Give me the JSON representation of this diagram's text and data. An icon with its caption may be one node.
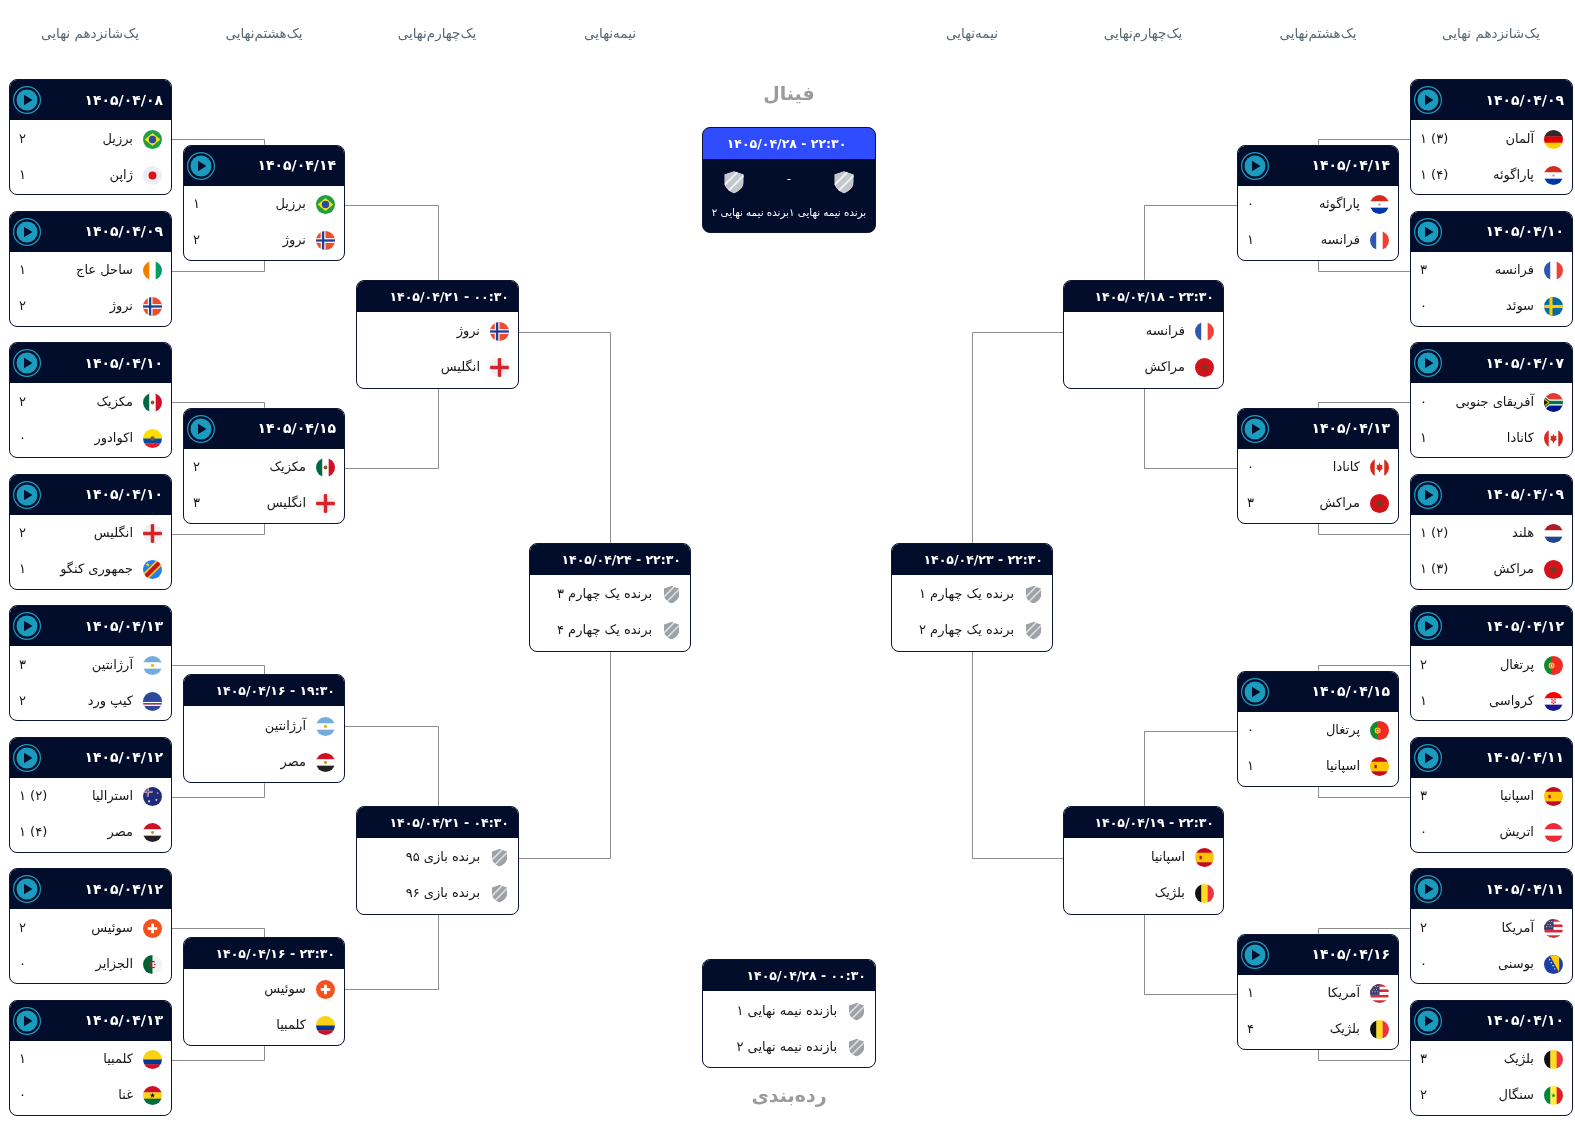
{
  "diagram": {
    "nodes": [
      {
        "text": [
          "۱۴۰۵/۰۴/۰۸",
          "برزیل",
          "۲",
          "ژاپن",
          "۱"
        ]
      },
      {
        "text": [
          "۱۴۰۵/۰۴/۰۹",
          "ساحل عاج",
          "۱",
          "نروژ",
          "۲"
        ]
      },
      {
        "text": [
          "۱۴۰۵/۰۴/۱۰",
          "مکزیک",
          "۲",
          "اکوادور",
          "۰"
        ]
      },
      {
        "text": [
          "۱۴۰۵/۰۴/۱۰",
          "انگلیس",
          "۲",
          "جمهوری کنگو",
          "۱"
        ]
      },
      {
        "text": [
          "۱۴۰۵/۰۴/۱۳",
          "آرژانتین",
          "۳",
          "کیپ ورد",
          "۲"
        ]
      },
      {
        "text": [
          "۱۴۰۵/۰۴/۱۲",
          "استرالیا",
          "۱ (۲)",
          "مصر",
          "۱ (۴)"
        ]
      },
      {
        "text": [
          "۱۴۰۵/۰۴/۱۲",
          "سوئیس",
          "۲",
          "الجزایر",
          "۰"
        ]
      },
      {
        "text": [
          "۱۴۰۵/۰۴/۱۳",
          "کلمبیا",
          "۱",
          "غنا",
          "۰"
        ]
      },
      {
        "text": [
          "۱۴۰۵/۰۴/۱۴",
          "برزیل",
          "۱",
          "نروژ",
          "۲"
        ]
      },
      {
        "text": [
          "۱۴۰۵/۰۴/۱۵",
          "مکزیک",
          "۲",
          "انگلیس",
          "۳"
        ]
      },
      {
        "text": [
          "۱۴۰۵/۰۴/۱۶ - ۱۹:۳۰",
          "آرژانتین",
          "مصر"
        ]
      },
      {
        "text": [
          "۱۴۰۵/۰۴/۱۶ - ۲۳:۳۰",
          "سوئیس",
          "کلمبیا"
        ]
      },
      {
        "text": [
          "۱۴۰۵/۰۴/۲۱ - ۰۰:۳۰",
          "نروژ",
          "انگلیس"
        ]
      },
      {
        "text": [
          "۱۴۰۵/۰۴/۲۱ - ۰۴:۳۰",
          "برنده بازی ۹۵",
          "برنده بازی ۹۶"
        ]
      },
      {
        "text": [
          "۱۴۰۵/۰۴/۲۴ - ۲۲:۳۰",
          "برنده یک چهارم ۳",
          "برنده یک چهارم ۴"
        ]
      },
      {
        "text": [
          "۱۴۰۵/۰۴/۲۸ - ۲۲:۳۰",
          "-",
          "برنده نیمه نهایی ۱",
          "برنده نیمه نهایی ۲"
        ],
        "beside": [
          "فینال"
        ]
      },
      {
        "text": [
          "۱۴۰۵/۰۴/۲۸ - ۰۰:۳۰",
          "بازنده نیمه نهایی ۱",
          "بازنده نیمه نهایی ۲"
        ],
        "beside": [
          "رده‌بندی"
        ]
      },
      {
        "text": [
          "۱۴۰۵/۰۴/۲۳ - ۲۲:۳۰",
          "برنده یک چهارم ۱",
          "برنده یک چهارم ۲"
        ]
      },
      {
        "text": [
          "۱۴۰۵/۰۴/۱۸ - ۲۳:۳۰",
          "فرانسه",
          "مراکش"
        ]
      },
      {
        "text": [
          "۱۴۰۵/۰۴/۱۹ - ۲۲:۳۰",
          "اسپانیا",
          "بلژیک"
        ]
      },
      {
        "text": [
          "۱۴۰۵/۰۴/۱۴",
          "پاراگوئه",
          "۰",
          "فرانسه",
          "۱"
        ]
      },
      {
        "text": [
          "۱۴۰۵/۰۴/۱۳",
          "کانادا",
          "۰",
          "مراکش",
          "۳"
        ]
      },
      {
        "text": [
          "۱۴۰۵/۰۴/۱۵",
          "پرتغال",
          "۰",
          "اسپانیا",
          "۱"
        ]
      },
      {
        "text": [
          "۱۴۰۵/۰۴/۱۶",
          "آمریکا",
          "۱",
          "بلژیک",
          "۴"
        ]
      },
      {
        "text": [
          "۱۴۰۵/۰۴/۰۹",
          "آلمان",
          "۱ (۳)",
          "پاراگوئه",
          "۱ (۴)"
        ]
      },
      {
        "text": [
          "۱۴۰۵/۰۴/۱۰",
          "فرانسه",
          "۳",
          "سوئد",
          "۰"
        ]
      },
      {
        "text": [
          "۱۴۰۵/۰۴/۰۷",
          "آفریقای جنوبی",
          "۰",
          "کانادا",
          "۱"
        ]
      },
      {
        "text": [
          "۱۴۰۵/۰۴/۰۹",
          "هلند",
          "۱ (۲)",
          "مراکش",
          "۱ (۳)"
        ]
      },
      {
        "text": [
          "۱۴۰۵/۰۴/۱۲",
          "پرتغال",
          "۲",
          "کرواسی",
          "۱"
        ]
      },
      {
        "text": [
          "۱۴۰۵/۰۴/۱۱",
          "اسپانیا",
          "۳",
          "اتریش",
          "۰"
        ]
      },
      {
        "text": [
          "۱۴۰۵/۰۴/۱۱",
          "آمریکا",
          "۲",
          "بوسنی",
          "۰"
        ]
      },
      {
        "text": [
          "۱۴۰۵/۰۴/۱۰",
          "بلژیک",
          "۳",
          "سنگال",
          "۲"
        ]
      }
    ],
    "edges": [
      {
        "from": 0,
        "to": 8,
        "arrow": "none"
      },
      {
        "from": 1,
        "to": 8,
        "arrow": "none"
      },
      {
        "from": 2,
        "to": 9,
        "arrow": "none"
      },
      {
        "from": 3,
        "to": 9,
        "arrow": "none"
      },
      {
        "from": 4,
        "to": 10,
        "arrow": "none"
      },
      {
        "from": 5,
        "to": 10,
        "arrow": "none"
      },
      {
        "from": 6,
        "to": 11,
        "arrow": "none"
      },
      {
        "from": 7,
        "to": 11,
        "arrow": "none"
      },
      {
        "from": 8,
        "to": 12,
        "arrow": "none"
      },
      {
        "from": 9,
        "to": 12,
        "arrow": "none"
      },
      {
        "from": 10,
        "to": 13,
        "arrow": "none"
      },
      {
        "from": 11,
        "to": 13,
        "arrow": "none"
      },
      {
        "from": 12,
        "to": 14,
        "arrow": "none"
      },
      {
        "from": 13,
        "to": 14,
        "arrow": "none"
      },
      {
        "from": 24,
        "to": 20,
        "arrow": "none"
      },
      {
        "from": 25,
        "to": 20,
        "arrow": "none"
      },
      {
        "from": 26,
        "to": 21,
        "arrow": "none"
      },
      {
        "from": 27,
        "to": 21,
        "arrow": "none"
      },
      {
        "from": 28,
        "to": 22,
        "arrow": "none"
      },
      {
        "from": 29,
        "to": 22,
        "arrow": "none"
      },
      {
        "from": 30,
        "to": 23,
        "arrow": "none"
      },
      {
        "from": 31,
        "to": 23,
        "arrow": "none"
      },
      {
        "from": 20,
        "to": 18,
        "arrow": "none"
      },
      {
        "from": 21,
        "to": 18,
        "arrow": "none"
      },
      {
        "from": 22,
        "to": 19,
        "arrow": "none"
      },
      {
        "from": 23,
        "to": 19,
        "arrow": "none"
      },
      {
        "from": 18,
        "to": 17,
        "arrow": "none"
      },
      {
        "from": 19,
        "to": 17,
        "arrow": "none"
      }
    ],
    "labels": [
      "یک‌شانزدهم نهایی",
      "یک‌هشتم‌نهایی",
      "یک‌چهارم‌نهایی",
      "نیمه‌نهایی",
      "نیمه‌نهایی",
      "یک‌چهارم‌نهایی",
      "یک‌هشتم‌نهایی",
      "یک‌شانزدهم نهایی"
    ]
  }
}
